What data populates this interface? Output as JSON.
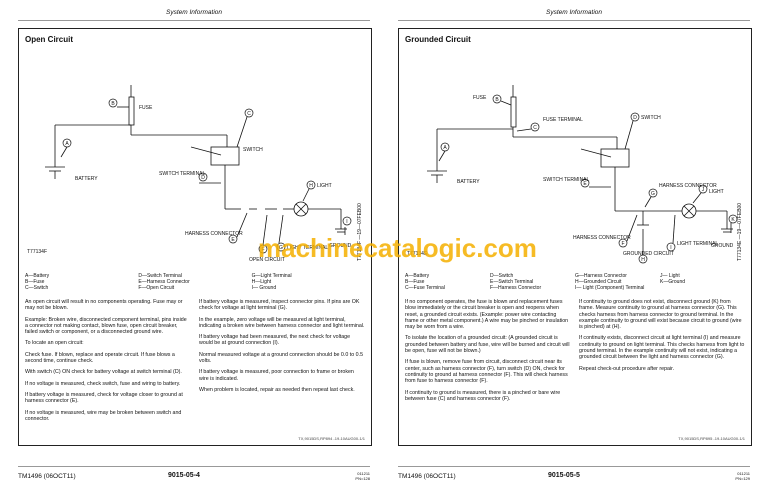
{
  "left": {
    "header": "System Information",
    "title": "Open Circuit",
    "diagram_labels": {
      "a": "A",
      "b": "B",
      "c": "C",
      "d": "D",
      "e": "E",
      "f": "F",
      "g": "G",
      "h": "H",
      "fuse": "FUSE",
      "battery": "BATTERY",
      "switch": "SWITCH",
      "switch_terminal": "SWITCH TERMINAL",
      "light": "LIGHT",
      "harness_connector": "HARNESS CONNECTOR",
      "open_circuit": "OPEN CIRCUIT",
      "light_terminal": "LIGHT TERMINAL",
      "ground": "GROUND",
      "code": "T77134F",
      "vert_code": "T77134F —19—07FEB00"
    },
    "legend": [
      [
        "A—Battery",
        "B—Fuse",
        "C—Switch"
      ],
      [
        "D—Switch Terminal",
        "E—Harness Connector",
        "F—Open Circuit"
      ],
      [
        "G—Light Terminal",
        "H—Light",
        "I— Ground"
      ]
    ],
    "col1": [
      "An open circuit will result in no components operating. Fuse may or may not be blown.",
      "Example: Broken wire, disconnected component terminal, pins inside a connector not making contact, blown fuse, open circuit breaker, failed switch or component, or a disconnected ground wire.",
      "To locate an open circuit:",
      "Check fuse. If blown, replace and operate circuit. If fuse blows a second time, continue check.",
      "With switch (C) ON check for battery voltage at switch terminal (D).",
      "If no voltage is measured, check switch, fuse and wiring to battery.",
      "If battery voltage is measured, check for voltage closer to ground at harness connector (E).",
      "If no voltage is measured, wire may be broken between switch and connector."
    ],
    "col2": [
      "If battery voltage is measured, inspect connector pins. If pins are OK check for voltage at light terminal (G).",
      "In the example, zero voltage will be measured at light terminal, indicating a broken wire between harness connector and light terminal.",
      "If battery voltage had been measured, the next check for voltage would be at ground connection (I).",
      "Normal measured voltage at a ground connection should be 0.0 to 0.5 volts.",
      "If battery voltage is measured, poor connection to frame or broken wire is indicated.",
      "When problem is located, repair as needed then repeat last check."
    ],
    "ref": "TX,9015DS,RP894 -19-10AUG00-1/1",
    "footer_left": "TM1496 (06OCT11)",
    "footer_center": "9015-05-4",
    "footer_right_top": "011211",
    "footer_right": "PN=128"
  },
  "right": {
    "header": "System Information",
    "title": "Grounded Circuit",
    "diagram_labels": {
      "a": "A",
      "b": "B",
      "c": "C",
      "d": "D",
      "e": "E",
      "f": "F",
      "g": "G",
      "h": "H",
      "i": "I",
      "j": "J",
      "k": "K",
      "fuse": "FUSE",
      "fuse_terminal": "FUSE TERMINAL",
      "battery": "BATTERY",
      "switch": "SWITCH",
      "switch_terminal": "SWITCH TERMINAL",
      "light": "LIGHT",
      "harness_connector": "HARNESS CONNECTOR",
      "grounded_circuit": "GROUNDED CIRCUIT",
      "light_terminal": "LIGHT TERMINAL",
      "ground": "GROUND",
      "code": "T77134E",
      "vert_code": "T77134E —19—07FEB00"
    },
    "legend": [
      [
        "A—Battery",
        "B—Fuse",
        "C—Fuse Terminal"
      ],
      [
        "D—Switch",
        "E—Switch Terminal",
        "F—Harness Connector"
      ],
      [
        "G—Harness Connector",
        "H—Grounded Circuit",
        "I— Light (Component) Terminal"
      ],
      [
        "J— Light",
        "K—Ground"
      ]
    ],
    "col1": [
      "If no component operates, the fuse is blown and replacement fuses blow immediately or the circuit breaker is open and reopens when reset, a grounded circuit exists. (Example: power wire contacting frame or other metal component.) A wire may be pinched or insulation may be worn from a wire.",
      "To isolate the location of a grounded circuit: (A grounded circuit is grounded between battery and fuse, wire will be burned and circuit will be open, fuse will not be blown.)",
      "If fuse is blown, remove fuse from circuit, disconnect circuit near its center, such as harness connector (F), turn switch (D) ON, check for continuity to ground at harness connector (F). This will check harness from fuse to harness connector (F).",
      "If continuity to ground is measured, there is a pinched or bare wire between fuse (C) and harness connector (F)."
    ],
    "col2": [
      "If continuity to ground does not exist, disconnect ground (K) from frame. Measure continuity to ground at harness connector (G). This checks harness from harness connector to ground terminal. In the example continuity to ground will exist because circuit to ground (wire is pinched) at (H).",
      "If continuity exists, disconnect circuit at light terminal (I) and measure continuity to ground on light terminal. This checks harness from light to ground terminal. In the example continuity will not exist, indicating a grounded circuit between the light and harness connector (G).",
      "Repeat check-out procedure after repair."
    ],
    "ref": "TX,9015DS,RP895 -19-10AUG00-1/1",
    "footer_left": "TM1496 (06OCT11)",
    "footer_center": "9015-05-5",
    "footer_right_top": "011211",
    "footer_right": "PN=129"
  },
  "watermark": "machinecatalogic.com"
}
